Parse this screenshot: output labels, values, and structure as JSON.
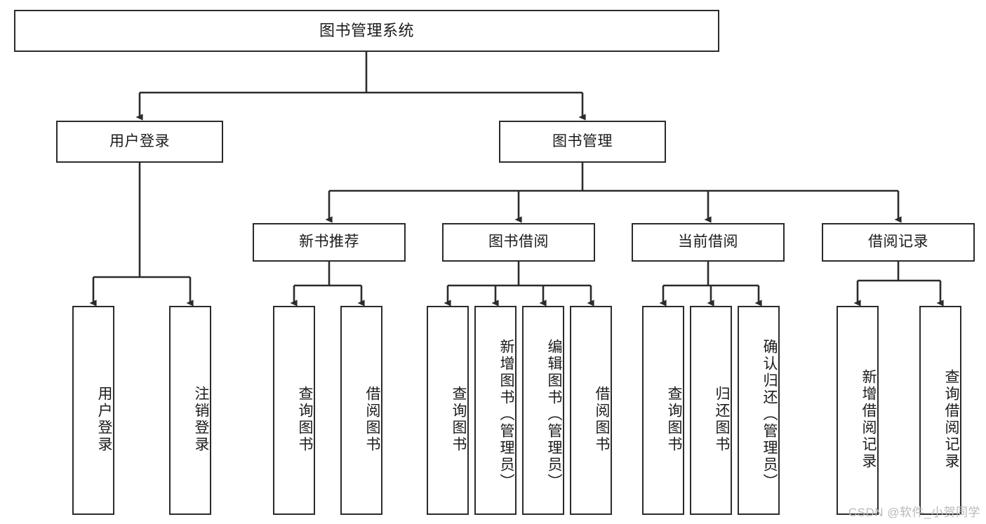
{
  "diagram": {
    "title": "图书管理系统",
    "type": "tree-hierarchy-diagram",
    "colors": {
      "stroke": "#2b2b2b",
      "fill": "#ffffff",
      "text": "#1b1b1b",
      "watermark": "#b9b9b9"
    },
    "nodes": {
      "root": {
        "label": "图书管理系统",
        "level": 1,
        "orientation": "horizontal"
      },
      "user_login": {
        "label": "用户登录",
        "level": 2,
        "orientation": "horizontal"
      },
      "book_manage": {
        "label": "图书管理",
        "level": 2,
        "orientation": "horizontal"
      },
      "new_book_rec": {
        "label": "新书推荐",
        "level": 3,
        "orientation": "horizontal"
      },
      "book_borrow": {
        "label": "图书借阅",
        "level": 3,
        "orientation": "horizontal"
      },
      "current_borrow": {
        "label": "当前借阅",
        "level": 3,
        "orientation": "horizontal"
      },
      "borrow_record": {
        "label": "借阅记录",
        "level": 3,
        "orientation": "horizontal"
      },
      "leaf_user_login": {
        "label": "用户登录",
        "level": 4,
        "orientation": "vertical"
      },
      "leaf_logout": {
        "label": "注销登录",
        "level": 4,
        "orientation": "vertical"
      },
      "leaf_query_book_1": {
        "label": "查询图书",
        "level": 4,
        "orientation": "vertical"
      },
      "leaf_borrow_book_1": {
        "label": "借阅图书",
        "level": 4,
        "orientation": "vertical"
      },
      "leaf_query_book_2": {
        "label": "查询图书",
        "level": 4,
        "orientation": "vertical"
      },
      "leaf_add_book": {
        "label": "新增图书（管理员）",
        "level": 4,
        "orientation": "vertical"
      },
      "leaf_edit_book": {
        "label": "编辑图书（管理员）",
        "level": 4,
        "orientation": "vertical"
      },
      "leaf_borrow_book_2": {
        "label": "借阅图书",
        "level": 4,
        "orientation": "vertical"
      },
      "leaf_query_book_3": {
        "label": "查询图书",
        "level": 4,
        "orientation": "vertical"
      },
      "leaf_return_book": {
        "label": "归还图书",
        "level": 4,
        "orientation": "vertical"
      },
      "leaf_confirm_return": {
        "label": "确认归还（管理员）",
        "level": 4,
        "orientation": "vertical"
      },
      "leaf_add_record": {
        "label": "新增借阅记录",
        "level": 4,
        "orientation": "vertical"
      },
      "leaf_query_record": {
        "label": "查询借阅记录",
        "level": 4,
        "orientation": "vertical"
      }
    },
    "edges": [
      {
        "from": "root",
        "to": "user_login"
      },
      {
        "from": "root",
        "to": "book_manage"
      },
      {
        "from": "user_login",
        "to": "leaf_user_login"
      },
      {
        "from": "user_login",
        "to": "leaf_logout"
      },
      {
        "from": "book_manage",
        "to": "new_book_rec"
      },
      {
        "from": "book_manage",
        "to": "book_borrow"
      },
      {
        "from": "book_manage",
        "to": "current_borrow"
      },
      {
        "from": "book_manage",
        "to": "borrow_record"
      },
      {
        "from": "new_book_rec",
        "to": "leaf_query_book_1"
      },
      {
        "from": "new_book_rec",
        "to": "leaf_borrow_book_1"
      },
      {
        "from": "book_borrow",
        "to": "leaf_query_book_2"
      },
      {
        "from": "book_borrow",
        "to": "leaf_add_book"
      },
      {
        "from": "book_borrow",
        "to": "leaf_edit_book"
      },
      {
        "from": "book_borrow",
        "to": "leaf_borrow_book_2"
      },
      {
        "from": "current_borrow",
        "to": "leaf_query_book_3"
      },
      {
        "from": "current_borrow",
        "to": "leaf_return_book"
      },
      {
        "from": "current_borrow",
        "to": "leaf_confirm_return"
      },
      {
        "from": "borrow_record",
        "to": "leaf_add_record"
      },
      {
        "from": "borrow_record",
        "to": "leaf_query_record"
      }
    ]
  },
  "watermark": {
    "text": "CSDN @软件_小贺同学"
  }
}
